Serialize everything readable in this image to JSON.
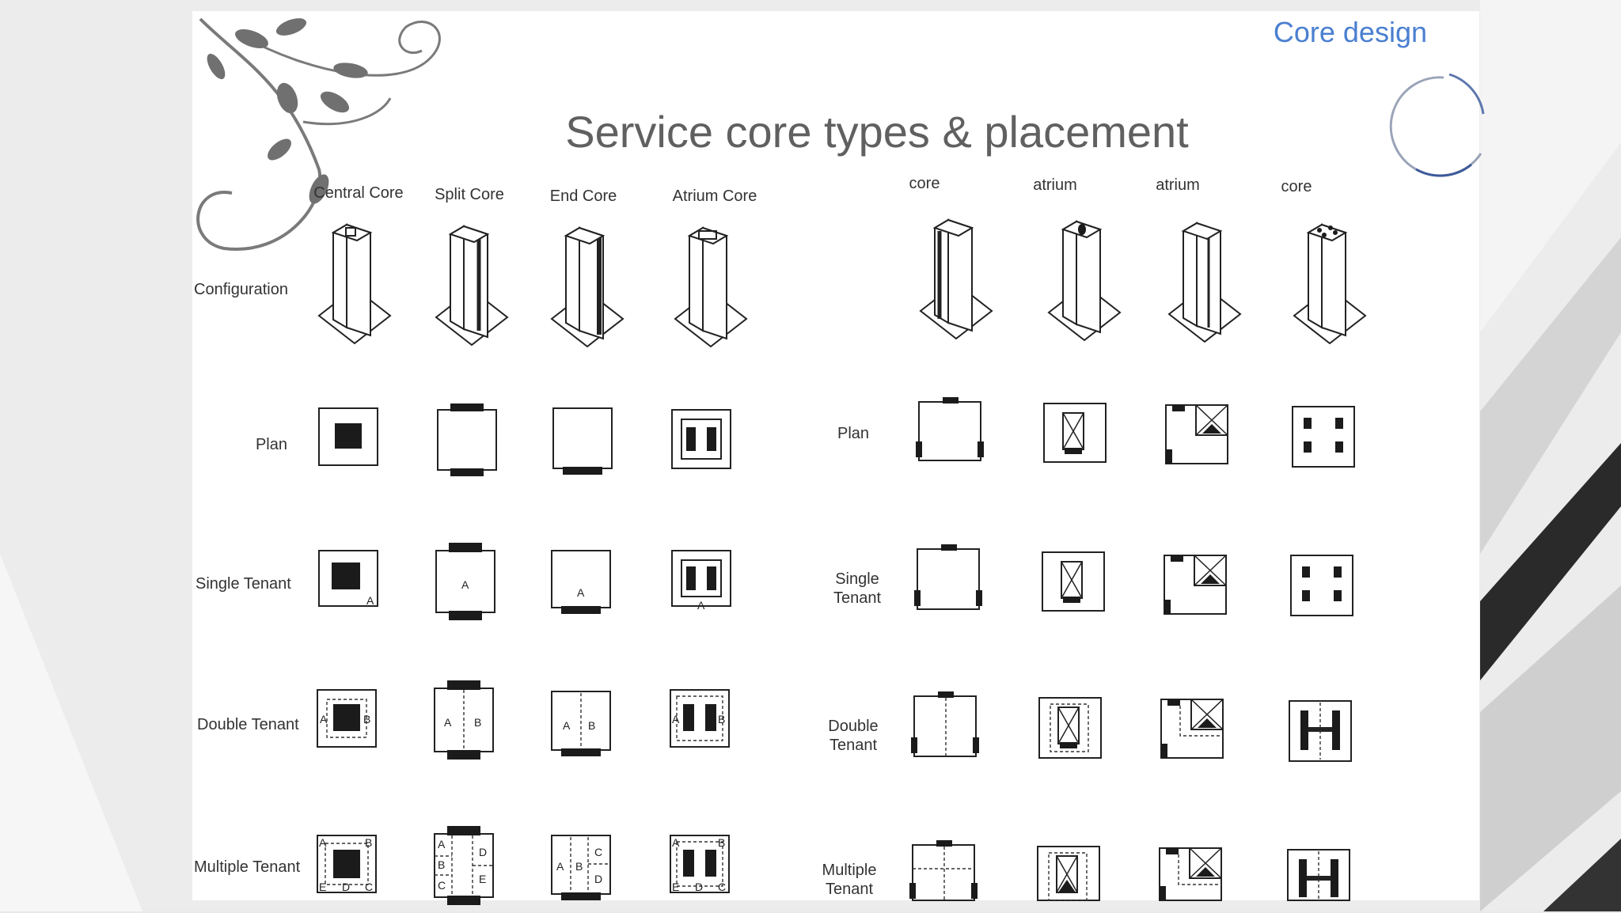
{
  "header": {
    "section_title": "Core design"
  },
  "title": "Service core types & placement",
  "row_labels": {
    "configuration": "Configuration",
    "plan": "Plan",
    "single_tenant": "Single Tenant",
    "double_tenant": "Double Tenant",
    "multiple_tenant": "Multiple Tenant"
  },
  "right_row_labels": {
    "plan": "Plan",
    "single_tenant_1": "Single",
    "single_tenant_2": "Tenant",
    "double_tenant_1": "Double",
    "double_tenant_2": "Tenant",
    "multiple_tenant_1": "Multiple",
    "multiple_tenant_2": "Tenant"
  },
  "left_columns": [
    "Central Core",
    "Split Core",
    "End Core",
    "Atrium Core"
  ],
  "right_columns": [
    "core",
    "atrium",
    "atrium",
    "core"
  ],
  "tenant_letters": {
    "a": "A",
    "b": "B",
    "c": "C",
    "d": "D",
    "e": "E"
  },
  "colors": {
    "header": "#4a7fd0",
    "title": "#606060",
    "ink": "#1b1b1b"
  }
}
